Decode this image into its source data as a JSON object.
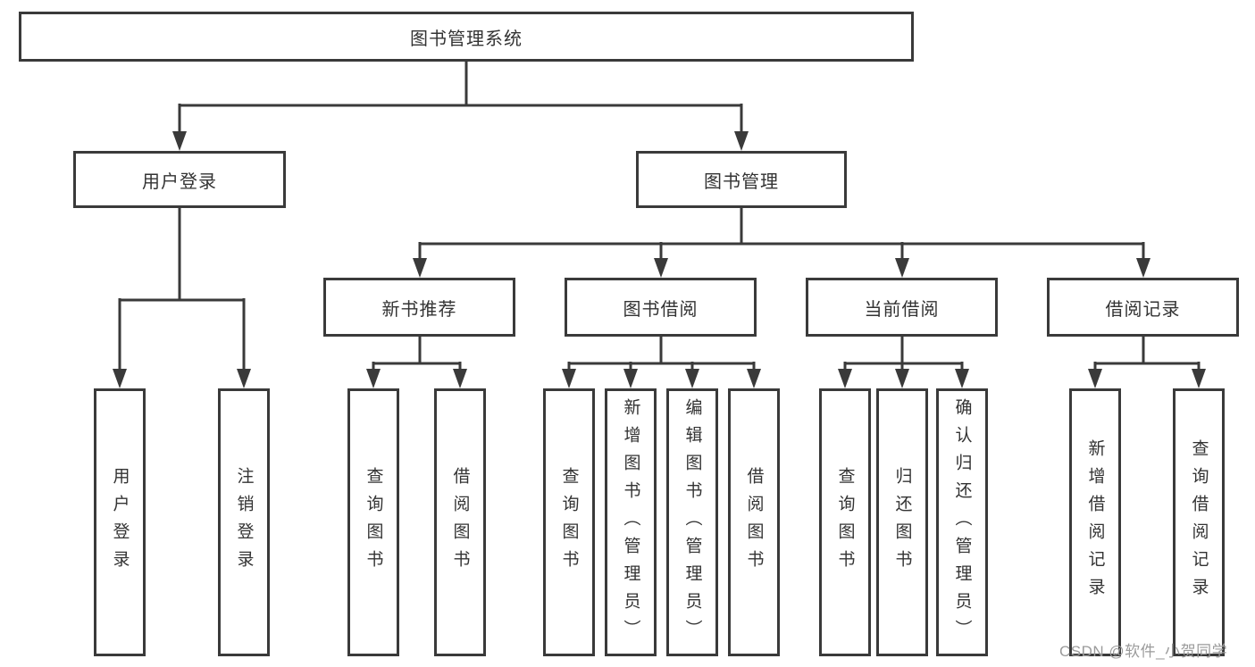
{
  "diagram": {
    "title": "图书管理系统",
    "branches": [
      {
        "label": "用户登录",
        "children": [
          {
            "label": "用户登录"
          },
          {
            "label": "注销登录"
          }
        ]
      },
      {
        "label": "图书管理",
        "children": [
          {
            "label": "新书推荐",
            "children": [
              {
                "label": "查询图书"
              },
              {
                "label": "借阅图书"
              }
            ]
          },
          {
            "label": "图书借阅",
            "children": [
              {
                "label": "查询图书"
              },
              {
                "label": "新增图书（管理员）"
              },
              {
                "label": "编辑图书（管理员）"
              },
              {
                "label": "借阅图书"
              }
            ]
          },
          {
            "label": "当前借阅",
            "children": [
              {
                "label": "查询图书"
              },
              {
                "label": "归还图书"
              },
              {
                "label": "确认归还（管理员）"
              }
            ]
          },
          {
            "label": "借阅记录",
            "children": [
              {
                "label": "新增借阅记录"
              },
              {
                "label": "查询借阅记录"
              }
            ]
          }
        ]
      }
    ]
  },
  "watermark": {
    "text": "CSDN @软件_小贺同学"
  },
  "colors": {
    "line": "#3a3a3a",
    "node_border": "#3a3a3a",
    "node_text": "#333333",
    "background": "#ffffff",
    "watermark_text": "#9b9b9b"
  }
}
